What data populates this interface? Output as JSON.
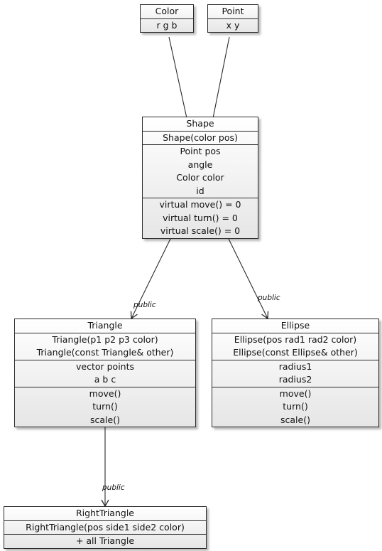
{
  "classes": {
    "color": {
      "name": "Color",
      "attributes": [
        "r g b"
      ]
    },
    "point": {
      "name": "Point",
      "attributes": [
        "x y"
      ]
    },
    "shape": {
      "name": "Shape",
      "constructors": [
        "Shape(color pos)"
      ],
      "attributes": [
        "Point pos",
        "angle",
        "Color color",
        "id"
      ],
      "methods": [
        "virtual move() = 0",
        "virtual turn() = 0",
        "virtual scale() = 0"
      ]
    },
    "triangle": {
      "name": "Triangle",
      "constructors": [
        "Triangle(p1 p2 p3 color)",
        "Triangle(const Triangle& other)"
      ],
      "attributes": [
        "vector points",
        "a b c"
      ],
      "methods": [
        "move()",
        "turn()",
        "scale()"
      ]
    },
    "ellipse": {
      "name": "Ellipse",
      "constructors": [
        "Ellipse(pos rad1 rad2 color)",
        "Ellipse(const Ellipse& other)"
      ],
      "attributes": [
        "radius1",
        "radius2"
      ],
      "methods": [
        "move()",
        "turn()",
        "scale()"
      ]
    },
    "right_triangle": {
      "name": "RightTriangle",
      "constructors": [
        "RightTriangle(pos side1 side2 color)"
      ],
      "methods": [
        "+ all Triangle"
      ]
    }
  },
  "relations": {
    "shape_to_triangle": "public",
    "shape_to_ellipse": "public",
    "triangle_to_right_triangle": "public"
  },
  "colors": {
    "line": "#2a2a2a",
    "box_top": "#ffffff",
    "box_bottom": "#e6e6e6"
  }
}
